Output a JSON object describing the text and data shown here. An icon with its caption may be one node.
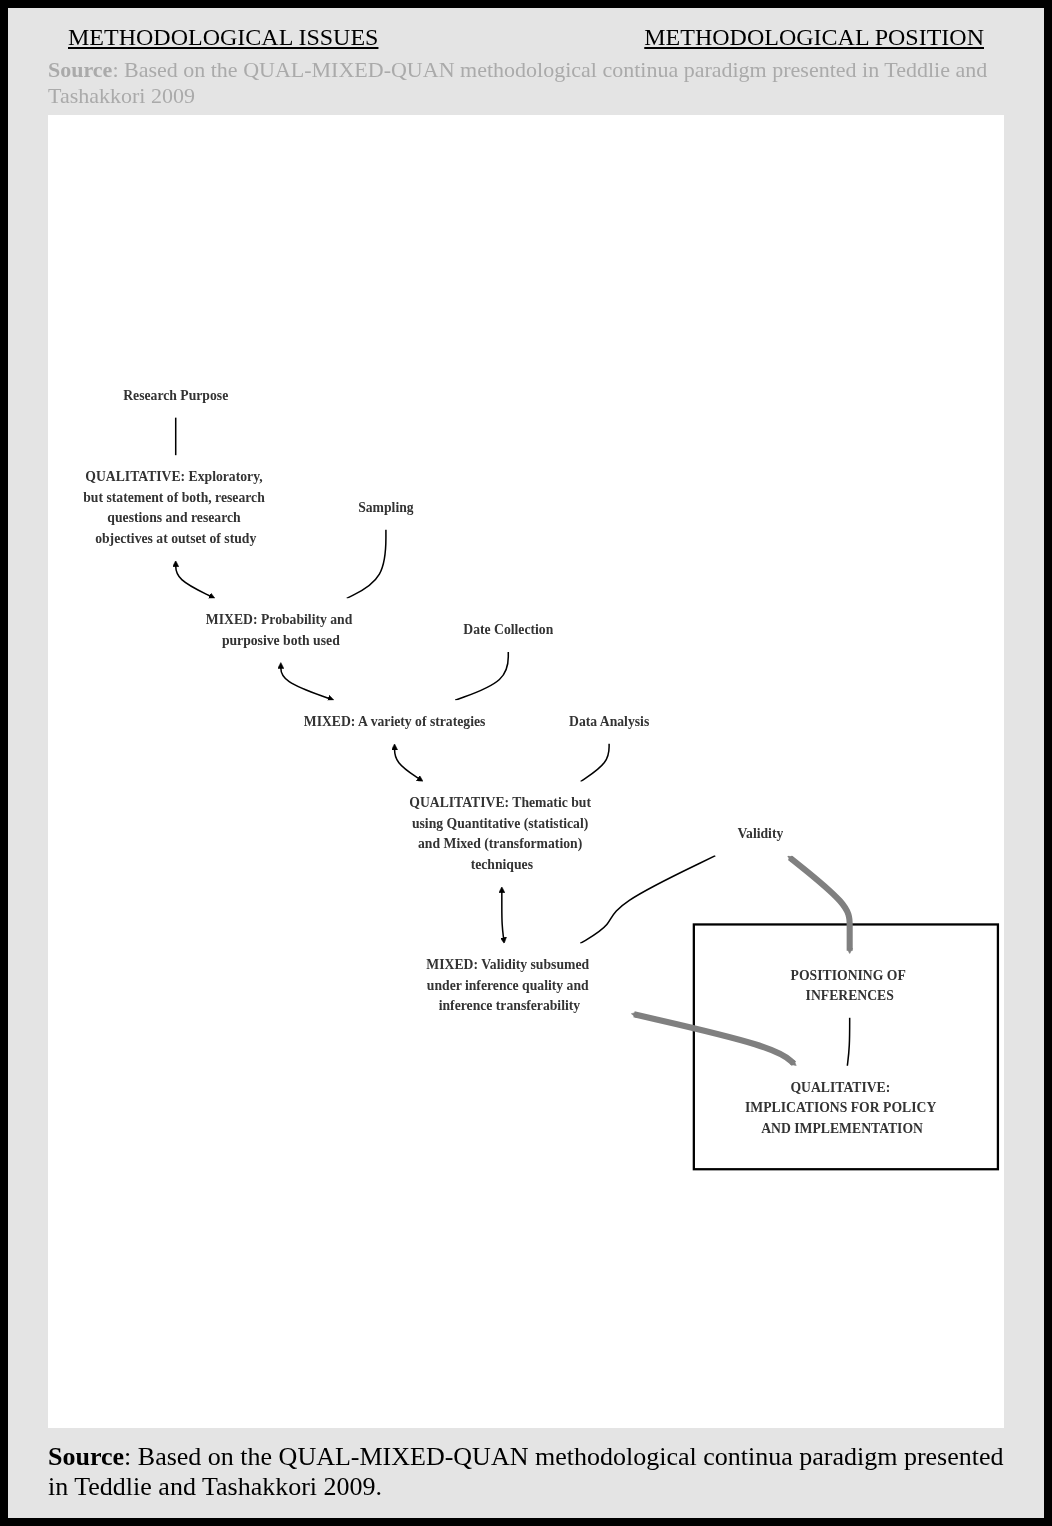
{
  "diagram": {
    "nodes": [
      {
        "text": [
          "Research Purpose"
        ]
      },
      {
        "text": [
          "QUALITATIVE: Exploratory, but statement of both, research questions and research objectives at outset of study"
        ]
      },
      {
        "text": [
          "Sampling"
        ]
      },
      {
        "text": [
          "MIXED: Probability and purposive both used"
        ]
      },
      {
        "text": [
          "Date Collection"
        ]
      },
      {
        "text": [
          "MIXED: A variety of strategies"
        ]
      },
      {
        "text": [
          "Data Analysis"
        ]
      },
      {
        "text": [
          "QUALITATIVE: Thematic but using Quantitative (statistical) and Mixed (transformation) techniques"
        ]
      },
      {
        "text": [
          "Validity"
        ]
      },
      {
        "text": [
          "MIXED: Validity subsumed under inference quality and inference transferability"
        ]
      },
      {
        "text": [],
        "shape": "box"
      },
      {
        "text": [
          "POSITIONING OF INFERENCES"
        ],
        "in": 10
      },
      {
        "text": [
          "QUALITATIVE: IMPLICATIONS FOR POLICY AND IMPLEMENTATION"
        ],
        "in": 10
      }
    ],
    "edges": [
      {
        "from": 0,
        "to": 1,
        "arrow": "none"
      },
      {
        "from": 1,
        "to": 3,
        "arrow": "both"
      },
      {
        "from": 2,
        "to": 3,
        "arrow": "none"
      },
      {
        "from": 3,
        "to": 5,
        "arrow": "both"
      },
      {
        "from": 4,
        "to": 5,
        "arrow": "none"
      },
      {
        "from": 5,
        "to": 7,
        "arrow": "both"
      },
      {
        "from": 6,
        "to": 7,
        "arrow": "none"
      },
      {
        "from": 7,
        "to": 9,
        "arrow": "both"
      },
      {
        "from": 8,
        "to": 9,
        "arrow": "none"
      },
      {
        "from": 8,
        "to": 11,
        "arrow": "both",
        "style": "thick",
        "color": "#808080"
      },
      {
        "from": 9,
        "to": 12,
        "arrow": "both",
        "style": "thick",
        "color": "#808080"
      },
      {
        "from": 11,
        "to": 12,
        "arrow": "none"
      }
    ],
    "labels": [
      "METHODOLOGICAL ISSUES",
      "METHODOLOGICAL POSITION",
      "**Source**: Based on the QUAL-MIXED-QUAN methodological continua paradigm presented in Teddlie and Tashakkori 2009",
      "**Source**: Based on the QUAL-MIXED-QUAN methodological continua paradigm presented in Teddlie and Tashakkori 2009."
    ]
  }
}
